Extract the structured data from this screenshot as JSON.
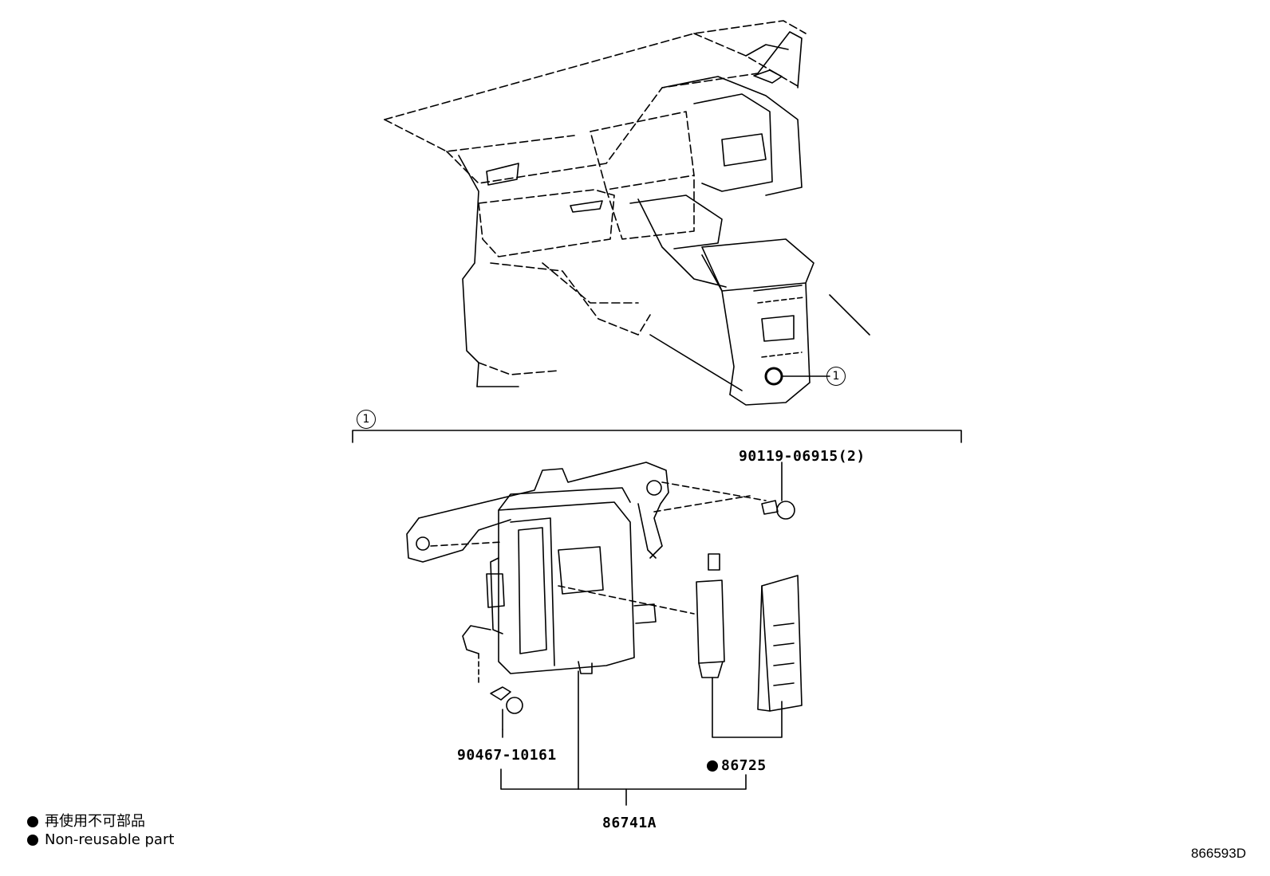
{
  "callouts": {
    "ref": "1"
  },
  "parts": {
    "bolt_top": "90119-06915(2)",
    "bolt_bottom": "90467-10161",
    "sensor": "86725",
    "assembly": "86741A"
  },
  "legend": {
    "jp": "再使用不可部品",
    "en": "Non-reusable part"
  },
  "illustration_code": "866593D"
}
